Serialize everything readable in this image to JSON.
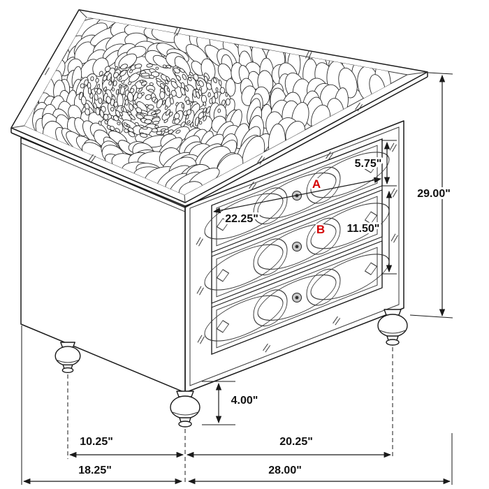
{
  "labels": {
    "drawer_a": "A",
    "drawer_b": "B"
  },
  "dims": {
    "top_drawer_height": "5.75\"",
    "drawer_width": "22.25\"",
    "middle_drawer_height": "11.50\"",
    "total_height": "29.00\"",
    "leg_height": "4.00\"",
    "leg_offset_depth": "10.25\"",
    "front_leg_span": "20.25\"",
    "total_depth": "18.25\"",
    "total_width": "28.00\""
  },
  "colors": {
    "line": "#1a1a1a",
    "accent_red": "#d40000",
    "background": "#ffffff"
  }
}
